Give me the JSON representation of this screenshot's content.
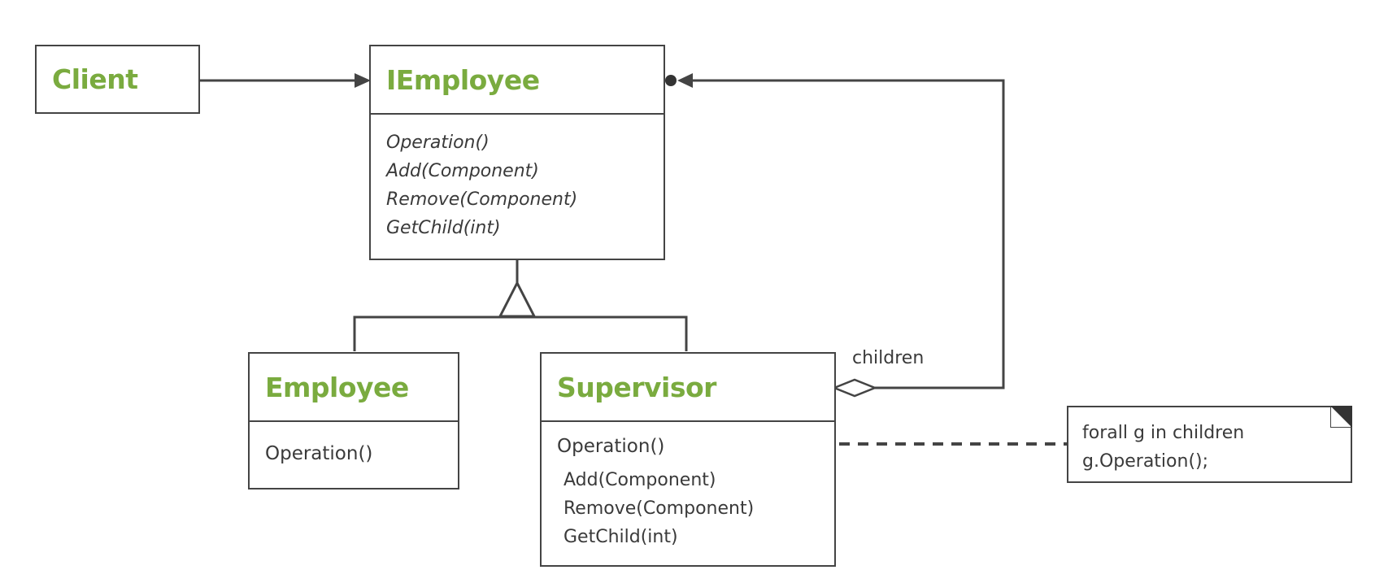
{
  "classes": {
    "client": {
      "name": "Client"
    },
    "iemployee": {
      "name": "IEmployee",
      "operations": [
        "Operation()",
        "Add(Component)",
        "Remove(Component)",
        "GetChild(int)"
      ]
    },
    "employee": {
      "name": "Employee",
      "operations": [
        "Operation()"
      ]
    },
    "supervisor": {
      "name": "Supervisor",
      "operations": [
        "Operation()",
        "Add(Component)",
        "Remove(Component)",
        "GetChild(int)"
      ]
    }
  },
  "association": {
    "children_label": "children"
  },
  "note": {
    "lines": [
      "forall g in children",
      "g.Operation();"
    ]
  },
  "colors": {
    "class_name": "#7aab3f",
    "line": "#444444",
    "text": "#3a3a3a"
  }
}
